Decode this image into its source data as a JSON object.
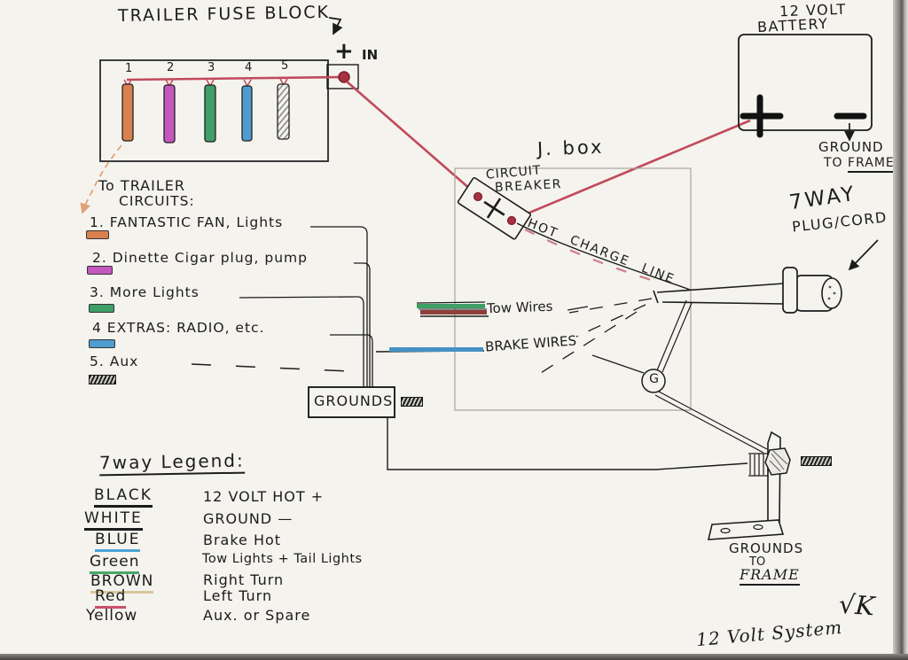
{
  "colors": {
    "wire_red": "#c2495c",
    "terminal_red": "#a83040",
    "fuse_orange": "#d9804e",
    "fuse_magenta": "#c457be",
    "fuse_green": "#3f9f66",
    "fuse_blue": "#4f9cce",
    "tow_green": "#3f9f66",
    "tow_brown": "#8e3f3a",
    "brake_blue": "#4590c4",
    "ink": "#1c1c1c"
  },
  "title": {
    "text": "TRAILER FUSE BLOCK"
  },
  "fuse_block": {
    "numbers": [
      "1",
      "2",
      "3",
      "4",
      "5"
    ],
    "plus_sign": "+",
    "in_label": "IN"
  },
  "battery": {
    "name_line1": "12 VOLT",
    "name_line2": "BATTERY",
    "ground_line1": "GROUND",
    "ground_to": "TO ",
    "ground_frame": "FRAME"
  },
  "jbox": {
    "label": "J. box",
    "breaker_line1": "CIRCUIT",
    "breaker_line2": "BREAKER",
    "hot_charge_line": "HOT CHARGE LINE",
    "tow_wires": "Tow Wires",
    "brake_wires": "BRAKE WIRES",
    "ground_node": "G"
  },
  "plug": {
    "line1": "7WAY",
    "line2": "PLUG/CORD"
  },
  "circuits": {
    "header_line1": "To TRAILER",
    "header_line2": "CIRCUITS:",
    "items": [
      {
        "label": "1. FANTASTIC FAN, Lights"
      },
      {
        "label": "2. Dinette Cigar plug, pump"
      },
      {
        "label": "3. More Lights"
      },
      {
        "label": "4  EXTRAS: RADIO, etc."
      },
      {
        "label": "5. Aux"
      }
    ]
  },
  "grounds_box": {
    "label": "GROUNDS"
  },
  "legend": {
    "title": "7way Legend:",
    "rows": [
      {
        "name": "BLACK",
        "desc": "12 VOLT HOT +",
        "bar": "#1c1c1c"
      },
      {
        "name": "WHITE",
        "desc": "GROUND —",
        "bar": "#1c1c1c"
      },
      {
        "name": "BLUE",
        "desc": "Brake Hot",
        "bar": "#4da3d6"
      },
      {
        "name": "Green",
        "desc": "Tow Lights + Tail Lights",
        "bar": "#47a96b"
      },
      {
        "name": "BROWN",
        "desc": "Right Turn",
        "bar": "#d8c69c"
      },
      {
        "name": "Red",
        "desc": "Left Turn",
        "bar": "#c9506a"
      },
      {
        "name": "Yellow",
        "desc": "Aux. or Spare",
        "bar": ""
      }
    ]
  },
  "bracket": {
    "line1": "GROUNDS",
    "line2": "TO",
    "line3": "FRAME"
  },
  "footer": {
    "system": "12 Volt System",
    "initials": "√K"
  }
}
